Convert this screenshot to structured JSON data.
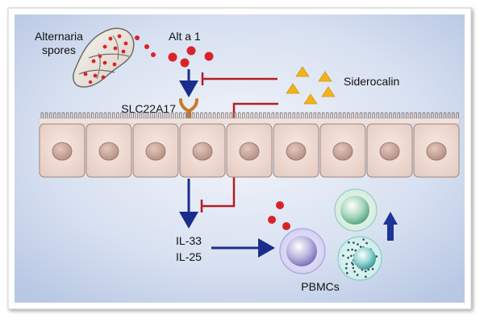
{
  "figure": {
    "labels": {
      "spores": [
        "Alternaria",
        "spores"
      ],
      "allergen": "Alt a 1",
      "inhibitor": "Siderocalin",
      "receptor": "SLC22A17",
      "cytokines": [
        "IL-33",
        "IL-25"
      ],
      "immune_cells": "PBMCs"
    },
    "icons": {
      "spore": "spore-cluster-icon",
      "allergen": "red-dot-icon",
      "inhibitor": "yellow-triangle-icon",
      "receptor": "y-receptor-icon",
      "cell": "epithelial-cell-icon",
      "immune": "immune-cell-icon",
      "increase": "up-arrow-icon"
    },
    "colors": {
      "background_center": "#eef2fa",
      "background_edge": "#b9c8e4",
      "activation_arrow": "#1a2d8c",
      "inhibition_line": "#b51c24",
      "allergen_dot": "#d8232a",
      "inhibitor_triangle": "#f0b31c",
      "receptor": "#c77b2a",
      "cell_body": "#f1ddd4",
      "cell_nucleus": "#c79f92",
      "increase_arrow": "#1f3398"
    }
  }
}
